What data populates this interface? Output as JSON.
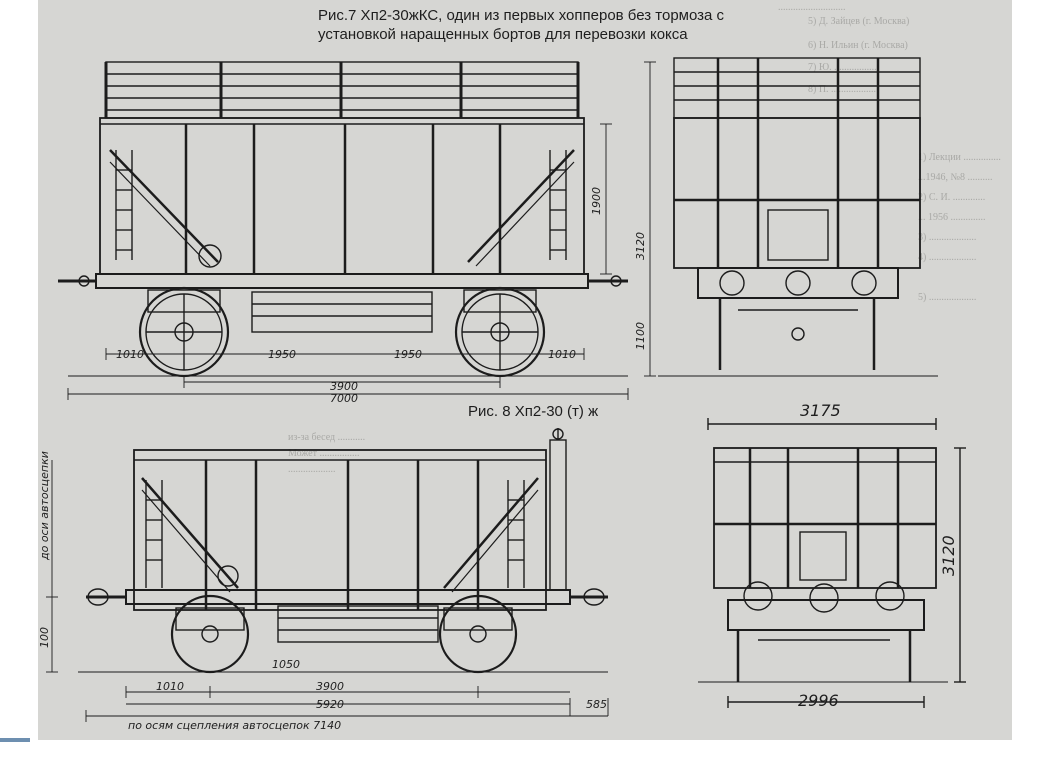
{
  "figure7": {
    "caption_line1": "Рис.7 Хп2-30жКС, один из первых хопперов без тормоза с",
    "caption_line2": "установкой наращенных бортов для перевозки кокса",
    "dims": {
      "height_side": "1900",
      "height_total": "3120",
      "height_axle": "1100",
      "overhang_left": "1010",
      "half_base_left": "1950",
      "half_base_right": "1950",
      "overhang_right": "1010",
      "wheelbase": "3900",
      "length": "7000"
    }
  },
  "figure8": {
    "caption": "Рис. 8 Хп2-30 (т) ж",
    "dims": {
      "vertical_axis_label": "до оси автосцепки",
      "axle_height": "100",
      "wheel_dim": "1050",
      "overhang": "1010",
      "wheelbase": "3900",
      "body_length": "5920",
      "coupler_ext": "585",
      "coupling_length": "по осям сцепления автосцепок 7140",
      "end_width_top": "3175",
      "end_height": "3120",
      "end_width_bottom": "2996"
    }
  }
}
